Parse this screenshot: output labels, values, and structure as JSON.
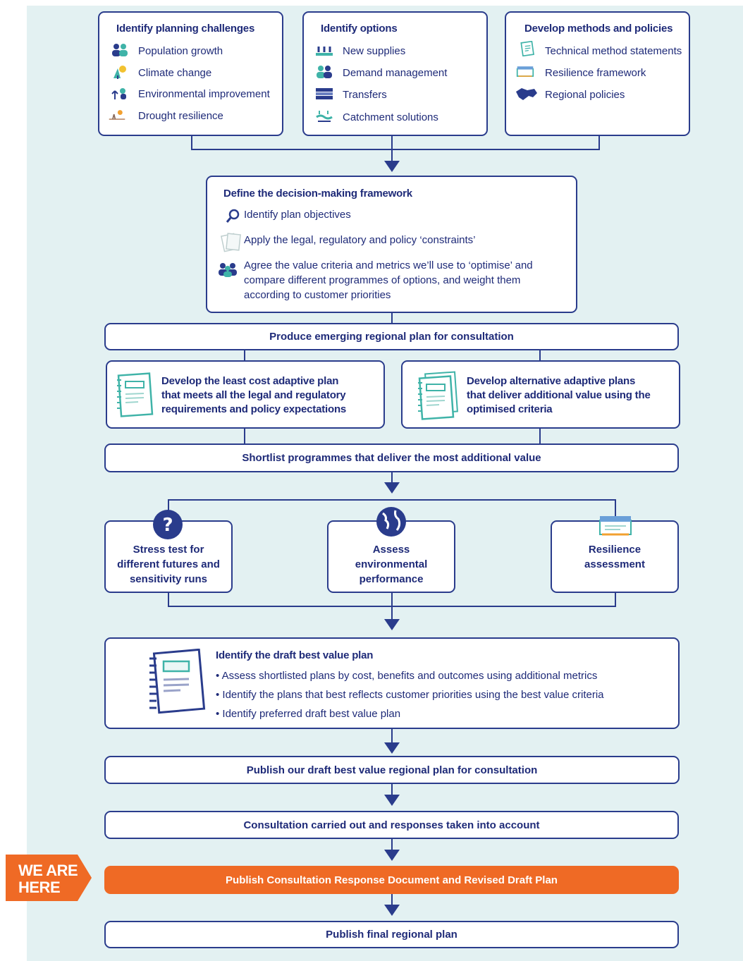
{
  "top": {
    "challenges": {
      "title": "Identify planning challenges",
      "items": [
        "Population growth",
        "Climate change",
        "Environmental improvement",
        "Drought resilience"
      ]
    },
    "options": {
      "title": "Identify options",
      "items": [
        "New supplies",
        "Demand management",
        "Transfers",
        "Catchment solutions"
      ]
    },
    "methods": {
      "title": "Develop methods and policies",
      "items": [
        "Technical method statements",
        "Resilience framework",
        "Regional policies"
      ]
    }
  },
  "framework": {
    "title": "Define the decision-making framework",
    "items": [
      "Identify plan objectives",
      "Apply the legal, regulatory and policy ‘constraints’",
      "Agree the value criteria and metrics we’ll use to ‘optimise’ and",
      "compare different programmes of options, and weight them",
      "according to customer priorities"
    ]
  },
  "emerging": "Produce emerging regional plan for consultation",
  "least_cost": [
    "Develop the least cost adaptive plan",
    "that meets all the legal and regulatory",
    "requirements and policy expectations"
  ],
  "alternative": [
    "Develop alternative adaptive plans",
    "that deliver additional value using the",
    "optimised criteria"
  ],
  "shortlist": "Shortlist programmes that deliver the most additional value",
  "tests": {
    "stress": [
      "Stress test for",
      "different futures and",
      "sensitivity runs"
    ],
    "environment": [
      "Assess",
      "environmental",
      "performance"
    ],
    "resilience": [
      "Resilience",
      "assessment"
    ]
  },
  "best_value": {
    "title": "Identify the draft best value plan",
    "bullets": [
      "Assess shortlisted plans by cost, benefits and outcomes using additional metrics",
      "Identify the plans that best reflects customer priorities using the best value criteria",
      "Identify preferred draft best value plan"
    ]
  },
  "publish_draft": "Publish our draft best value regional plan for consultation",
  "consultation": "Consultation carried out and responses taken into account",
  "current_step": "Publish Consultation Response Document and Revised Draft Plan",
  "we_are_here": [
    "WE ARE",
    "HERE"
  ],
  "final": "Publish final regional plan",
  "colors": {
    "navy": "#2a3c8c",
    "panel": "#e3f1f2",
    "orange": "#ef6a25",
    "teal": "#3fb3a8"
  },
  "icons": {
    "challenges": [
      "people-icon",
      "climate-icon",
      "environment-icon",
      "drought-icon"
    ],
    "options": [
      "supplies-icon",
      "demand-icon",
      "transfers-icon",
      "catchment-icon"
    ],
    "methods": [
      "document-icon",
      "framework-icon",
      "map-icon"
    ],
    "framework": [
      "magnifier-icon",
      "papers-icon",
      "people-icon"
    ],
    "tests": [
      "question-icon",
      "globe-icon",
      "resilience-icon"
    ]
  }
}
